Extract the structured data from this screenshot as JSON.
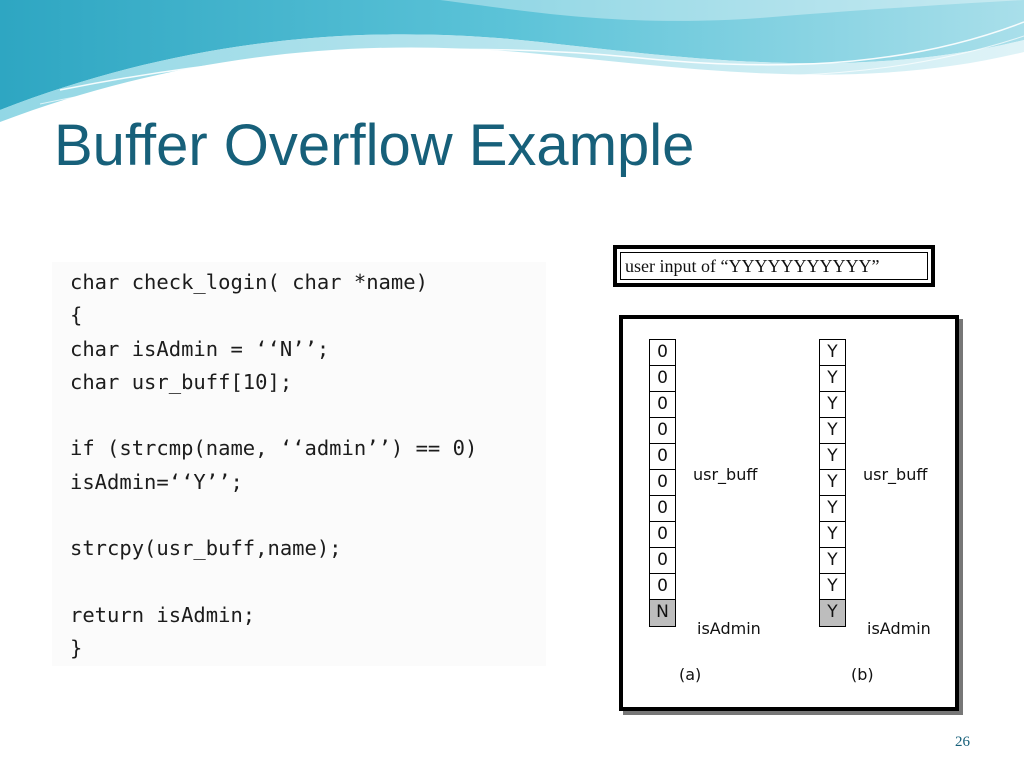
{
  "slide": {
    "title": "Buffer Overflow Example",
    "page_number": "26"
  },
  "code": {
    "lines": [
      "char check_login( char *name)",
      "{",
      "char isAdmin = ‘‘N’’;",
      "char usr_buff[10];",
      "",
      "if (strcmp(name, ‘‘admin’’) == 0)",
      "isAdmin=‘‘Y’’;",
      "",
      "strcpy(usr_buff,name);",
      "",
      "return isAdmin;",
      "}"
    ]
  },
  "input_caption": "user input of “YYYYYYYYYYY”",
  "diagram": {
    "a": {
      "cells": [
        "0",
        "0",
        "0",
        "0",
        "0",
        "0",
        "0",
        "0",
        "0",
        "0",
        "N"
      ],
      "usr_buff_label": "usr_buff",
      "isadmin_label": "isAdmin",
      "caption": "(a)"
    },
    "b": {
      "cells": [
        "Y",
        "Y",
        "Y",
        "Y",
        "Y",
        "Y",
        "Y",
        "Y",
        "Y",
        "Y",
        "Y"
      ],
      "usr_buff_label": "usr_buff",
      "isadmin_label": "isAdmin",
      "caption": "(b)"
    }
  },
  "colors": {
    "title": "#17607a",
    "wave_dark": "#3fb0c9",
    "wave_light": "#bfe6ef",
    "shaded_cell": "#bdbdbd"
  }
}
